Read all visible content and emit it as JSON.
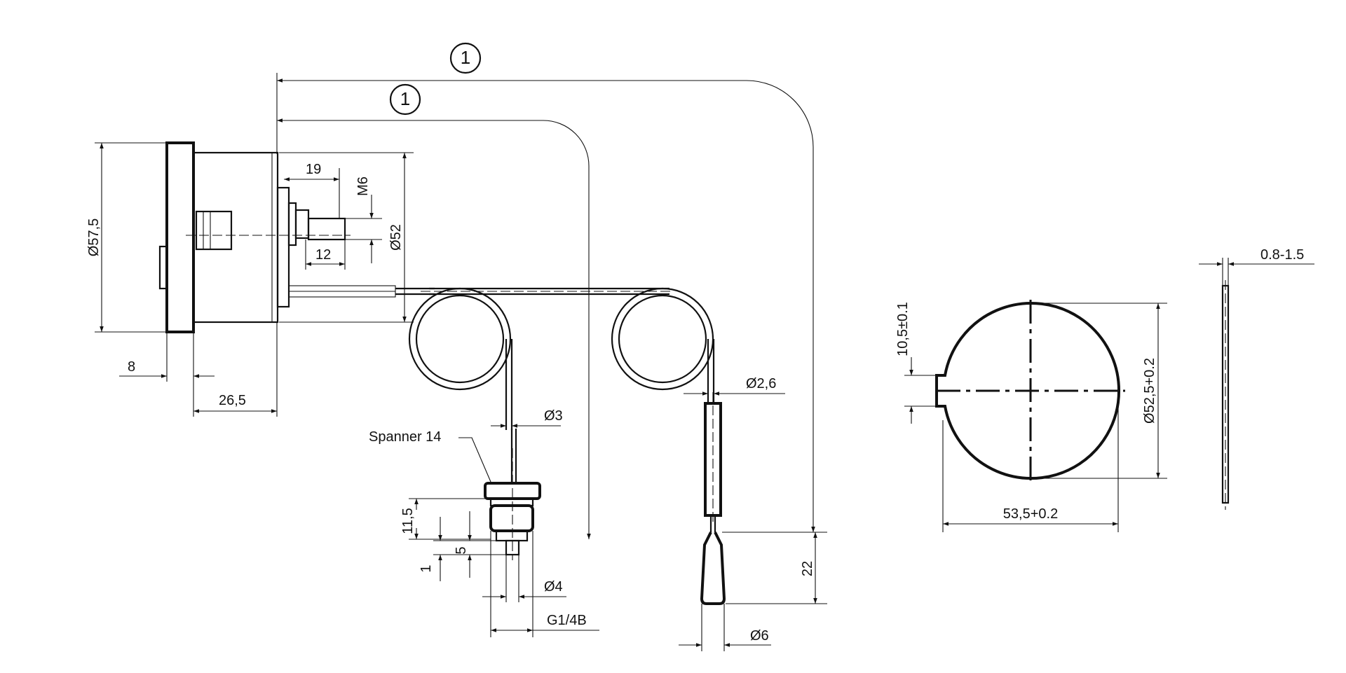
{
  "labels": {
    "callout_mark": "1",
    "dia_57_5": "Ø57,5",
    "dim_8": "8",
    "dim_26_5": "26,5",
    "dim_19": "19",
    "dim_12": "12",
    "thread_m6": "M6",
    "dia_52": "Ø52",
    "dia_3": "Ø3",
    "spanner": "Spanner 14",
    "dim_11_5": "11,5",
    "dim_5": "5",
    "dim_1": "1",
    "dia_4": "Ø4",
    "thread_g14b": "G1/4B",
    "dia_2_6": "Ø2,6",
    "dim_22": "22",
    "dia_6": "Ø6",
    "dim_10_5": "10,5±0.1",
    "dia_52_5": "Ø52,5+0.2",
    "dim_53_5": "53,5+0.2",
    "thick_range": "0.8-1.5"
  }
}
